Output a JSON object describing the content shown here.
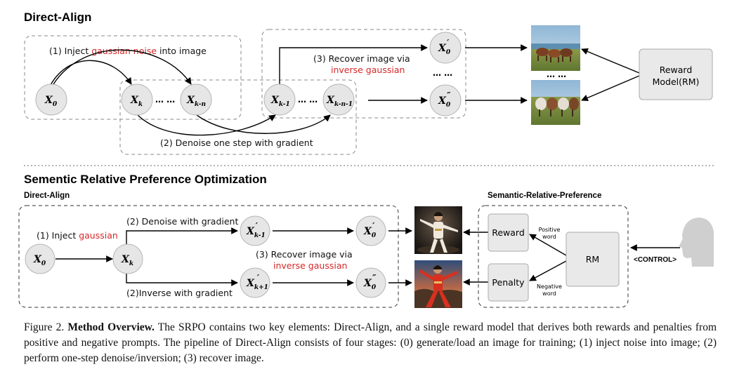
{
  "top": {
    "title": "Direct-Align",
    "step1_prefix": "(1)  Inject ",
    "step1_red": "gaussian noise",
    "step1_suffix": " into image",
    "step2": "(2) Denoise one step with gradient",
    "step3_line1": "(3) Recover image via",
    "step3_line2": "inverse gaussian",
    "nodes": {
      "x0": {
        "main": "X",
        "sub": "0",
        "prime": ""
      },
      "xk": {
        "main": "X",
        "sub": "k",
        "prime": ""
      },
      "dots1": "…  …",
      "xkn": {
        "main": "X",
        "sub": "k-n",
        "prime": ""
      },
      "xk1": {
        "main": "X",
        "sub": "k-1",
        "prime": ""
      },
      "dots2": "…  …",
      "xkn1": {
        "main": "X",
        "sub": "k-n-1",
        "prime": ""
      },
      "xa": {
        "main": "X",
        "sub": "0",
        "prime": "′"
      },
      "xb": {
        "main": "X",
        "sub": "0",
        "prime": "″"
      }
    },
    "vdots": "… …",
    "img_dots": "… …",
    "reward_model_line1": "Reward",
    "reward_model_line2": "Model(RM)"
  },
  "bottom": {
    "title": "Sementic Relative Preference Optimization",
    "left_label": "Direct-Align",
    "right_label": "Semantic-Relative-Preference",
    "step1_prefix": "(1)  Inject ",
    "step1_red": "gaussian",
    "step2a": "(2) Denoise with gradient",
    "step2b": "(2)Inverse with gradient",
    "step3_line1": "(3) Recover image via",
    "step3_line2": "inverse gaussian",
    "nodes": {
      "x0": {
        "main": "X",
        "sub": "0",
        "prime": ""
      },
      "xk": {
        "main": "X",
        "sub": "k",
        "prime": ""
      },
      "xkm1": {
        "main": "X",
        "sub": "k-1",
        "prime": "′"
      },
      "xkp1": {
        "main": "X",
        "sub": "k+1",
        "prime": "′"
      },
      "xa": {
        "main": "X",
        "sub": "0",
        "prime": "′"
      },
      "xb": {
        "main": "X",
        "sub": "0",
        "prime": "″"
      }
    },
    "reward": "Reward",
    "penalty": "Penalty",
    "rm": "RM",
    "positive_line1": "Positive",
    "positive_line2": "word",
    "negative_line1": "Negative",
    "negative_line2": "word",
    "control": "<CONTROL>"
  },
  "caption": {
    "label": "Figure 2.",
    "bold": "Method Overview.",
    "text": "The SRPO contains two key elements: Direct-Align, and a single reward model that derives both rewards and penalties from positive and negative prompts. The pipeline of Direct-Align consists of four stages: (0) generate/load an image for training; (1) inject noise into image; (2) perform one-step denoise/inversion; (3) recover image."
  },
  "colors": {
    "red": "#d62728",
    "node_fill": "#e6e6e6",
    "node_stroke": "#b5b5b5",
    "box_fill": "#e9e9e9",
    "dashed": "#888888"
  }
}
